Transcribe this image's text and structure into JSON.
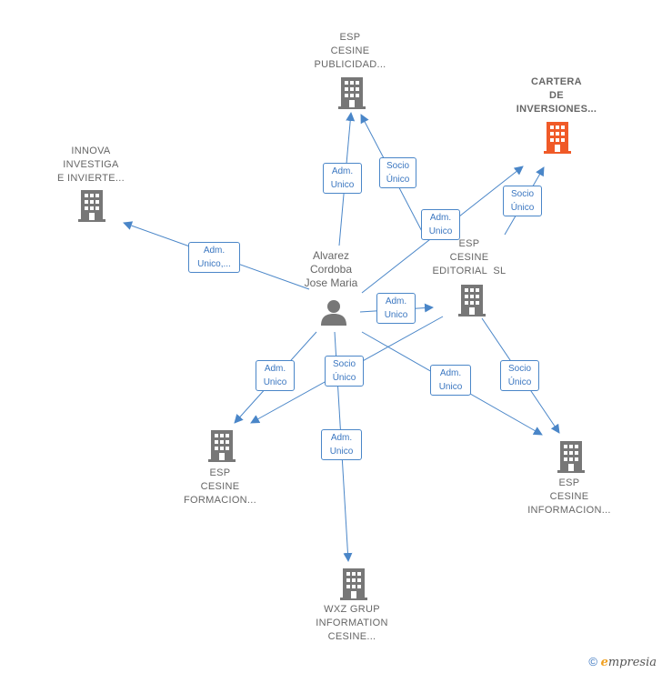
{
  "colors": {
    "edge": "#4a86c8",
    "building": "#777777",
    "building_highlight": "#f05a28",
    "person": "#777777"
  },
  "person": {
    "name_lines": [
      "Alvarez",
      "Cordoba",
      "Jose Maria"
    ],
    "icon": "person-icon"
  },
  "companies": {
    "publicidad": {
      "lines": [
        "ESP",
        "CESINE",
        "PUBLICIDAD..."
      ],
      "icon": "building-icon"
    },
    "cartera": {
      "lines": [
        "CARTERA",
        "DE",
        "INVERSIONES..."
      ],
      "icon": "building-icon",
      "highlight": true
    },
    "innova": {
      "lines": [
        "INNOVA",
        "INVESTIGA",
        "E INVIERTE..."
      ],
      "icon": "building-icon"
    },
    "editorial": {
      "lines": [
        "ESP",
        "CESINE",
        "EDITORIAL  SL"
      ],
      "icon": "building-icon"
    },
    "formacion": {
      "lines": [
        "ESP",
        "CESINE",
        "FORMACION..."
      ],
      "icon": "building-icon"
    },
    "informacion": {
      "lines": [
        "ESP",
        "CESINE",
        "INFORMACION..."
      ],
      "icon": "building-icon"
    },
    "wxz": {
      "lines": [
        "WXZ GRUP",
        "INFORMATION",
        "CESINE..."
      ],
      "icon": "building-icon"
    }
  },
  "edge_labels": {
    "e1": [
      "Adm.",
      "Unico"
    ],
    "e2": [
      "Socio",
      "Único"
    ],
    "e3": [
      "Adm.",
      "Unico"
    ],
    "e4": [
      "Socio",
      "Único"
    ],
    "e5": [
      "Adm.",
      "Unico,..."
    ],
    "e6": [
      "Adm.",
      "Unico"
    ],
    "e7": [
      "Adm.",
      "Unico"
    ],
    "e8": [
      "Socio",
      "Único"
    ],
    "e9": [
      "Adm.",
      "Unico"
    ],
    "e10": [
      "Socio",
      "Único"
    ],
    "e11": [
      "Adm.",
      "Unico"
    ]
  },
  "footer": {
    "copyright": "©",
    "brand_first": "e",
    "brand_rest": "mpresia"
  }
}
